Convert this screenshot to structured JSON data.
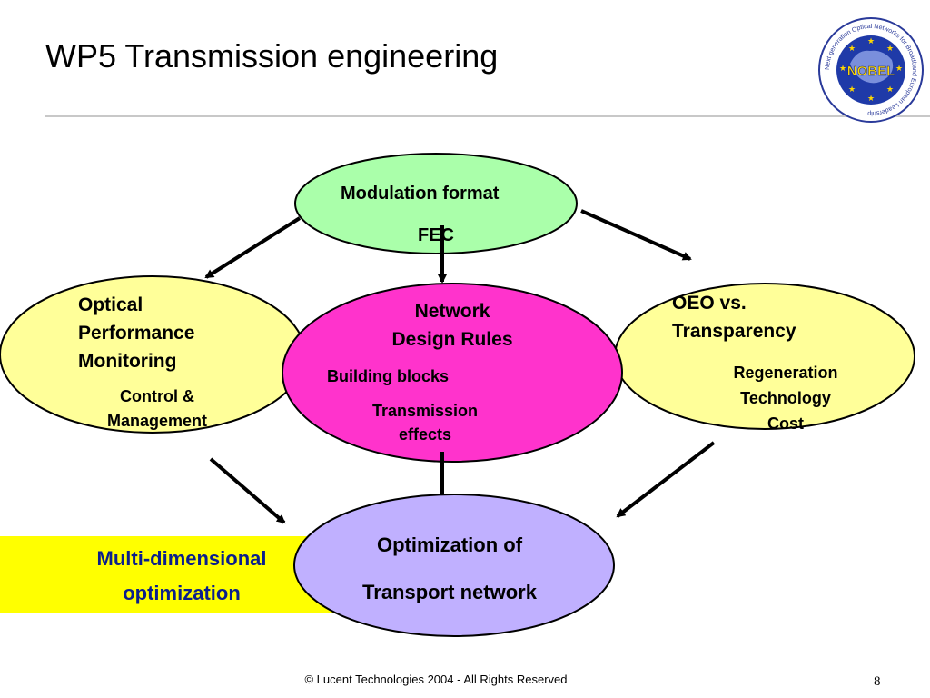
{
  "title": "WP5 Transmission engineering",
  "logo": {
    "word": "NOBEL",
    "ring_text": "Next generation Optical Networks for Broadband European Leadership"
  },
  "nodes": {
    "top": {
      "lines": [
        "Modulation format",
        "FEC"
      ],
      "color": "#aaffaa"
    },
    "center": {
      "title_lines": [
        "Network",
        "Design Rules"
      ],
      "sub1": "Building blocks",
      "sub2_lines": [
        "Transmission",
        "effects"
      ],
      "color": "#ff33cc"
    },
    "left": {
      "title_lines": [
        "Optical",
        "Performance",
        "Monitoring"
      ],
      "sub_lines": [
        "Control &",
        "Management"
      ],
      "color": "#ffff99"
    },
    "right": {
      "title_lines": [
        "OEO vs.",
        "Transparency"
      ],
      "sub_lines": [
        "Regeneration",
        "Technology",
        "Cost"
      ],
      "color": "#ffff99"
    },
    "bottom": {
      "lines": [
        "Optimization of",
        "Transport network"
      ],
      "color": "#c0b0ff"
    }
  },
  "multi_dimensional": {
    "lines": [
      "Multi-dimensional",
      "optimization"
    ],
    "background": "#ffff00",
    "text_color": "#0b1f8c"
  },
  "footer": "© Lucent Technologies 2004 - All Rights Reserved",
  "page_number": "8"
}
